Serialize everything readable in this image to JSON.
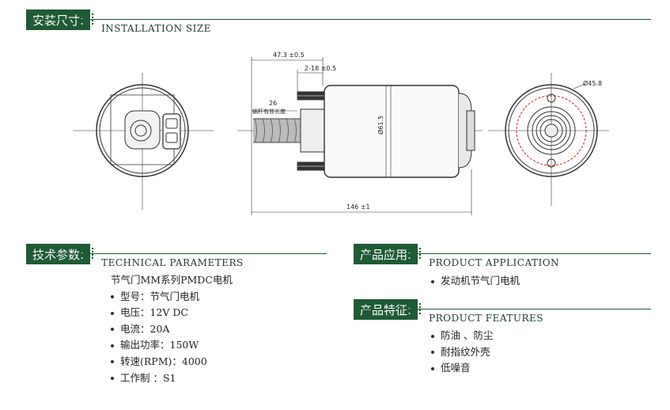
{
  "install": {
    "title_cn": "安装尺寸:",
    "title_en": "INSTALLATION SIZE"
  },
  "drawing": {
    "dim_47": "47.3 ±0.5",
    "dim_2_18": "2-18 ±0.5",
    "dim_26": "26",
    "dim_26_note": "蜗杆有效长度",
    "dim_dia615": "Ø61.5",
    "dim_146": "146 ±1",
    "dim_dia458": "Ø45.8"
  },
  "tech": {
    "title_cn": "技术参数:",
    "title_en": "TECHNICAL PARAMETERS",
    "heading": "节气门MM系列PMDC电机",
    "items": [
      "型号：节气门电机",
      "电压：12V DC",
      "电流：20A",
      "输出功率：150W",
      "转速(RPM)：4000",
      "工作制 ：S1"
    ]
  },
  "application": {
    "title_cn": "产品应用:",
    "title_en": "PRODUCT APPLICATION",
    "items": [
      "发动机节气门电机"
    ]
  },
  "features": {
    "title_cn": "产品特征:",
    "title_en": "PRODUCT FEATURES",
    "items": [
      "防油 、防尘",
      "耐指纹外壳",
      "低噪音"
    ]
  },
  "colors": {
    "brand_green": "#1f5a36",
    "dim_red": "#cc2222"
  }
}
